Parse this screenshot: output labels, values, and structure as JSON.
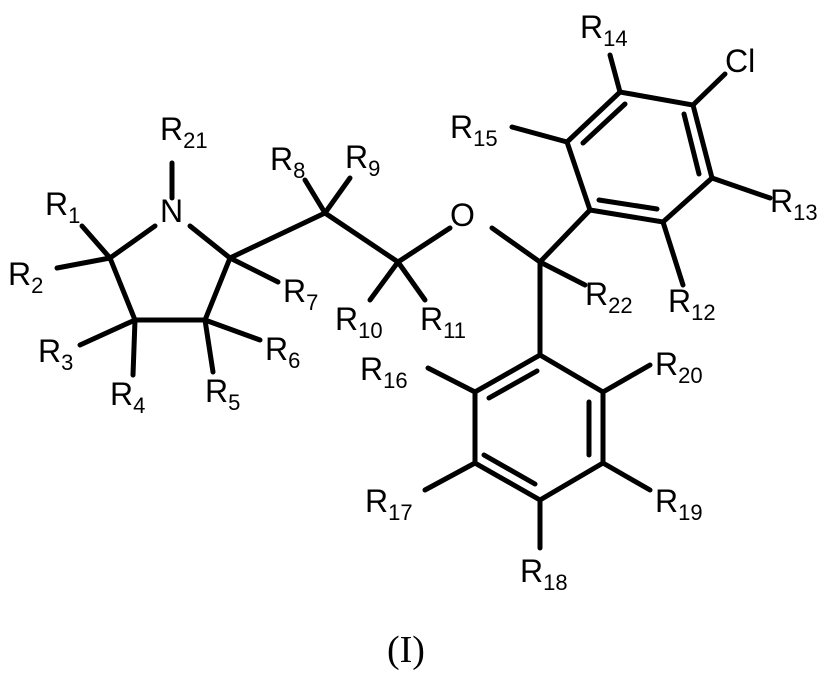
{
  "compound_label": "(I)",
  "atoms": {
    "N": "N",
    "O": "O",
    "Cl": "Cl"
  },
  "substituents": [
    {
      "id": "R1",
      "main": "R",
      "sub": "1"
    },
    {
      "id": "R2",
      "main": "R",
      "sub": "2"
    },
    {
      "id": "R3",
      "main": "R",
      "sub": "3"
    },
    {
      "id": "R4",
      "main": "R",
      "sub": "4"
    },
    {
      "id": "R5",
      "main": "R",
      "sub": "5"
    },
    {
      "id": "R6",
      "main": "R",
      "sub": "6"
    },
    {
      "id": "R7",
      "main": "R",
      "sub": "7"
    },
    {
      "id": "R8",
      "main": "R",
      "sub": "8"
    },
    {
      "id": "R9",
      "main": "R",
      "sub": "9"
    },
    {
      "id": "R10",
      "main": "R",
      "sub": "10"
    },
    {
      "id": "R11",
      "main": "R",
      "sub": "11"
    },
    {
      "id": "R12",
      "main": "R",
      "sub": "12"
    },
    {
      "id": "R13",
      "main": "R",
      "sub": "13"
    },
    {
      "id": "R14",
      "main": "R",
      "sub": "14"
    },
    {
      "id": "R15",
      "main": "R",
      "sub": "15"
    },
    {
      "id": "R16",
      "main": "R",
      "sub": "16"
    },
    {
      "id": "R17",
      "main": "R",
      "sub": "17"
    },
    {
      "id": "R18",
      "main": "R",
      "sub": "18"
    },
    {
      "id": "R19",
      "main": "R",
      "sub": "19"
    },
    {
      "id": "R20",
      "main": "R",
      "sub": "20"
    },
    {
      "id": "R21",
      "main": "R",
      "sub": "21"
    },
    {
      "id": "R22",
      "main": "R",
      "sub": "22"
    }
  ]
}
